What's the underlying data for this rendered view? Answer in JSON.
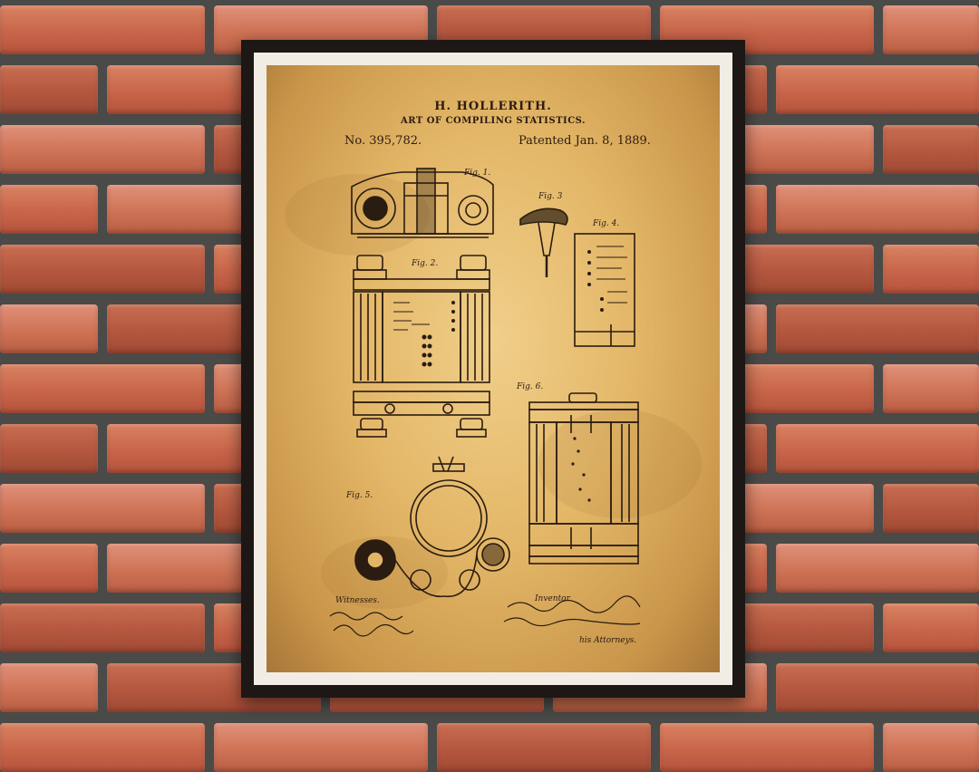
{
  "patent": {
    "inventor_name": "H. HOLLERITH.",
    "title": "ART OF COMPILING STATISTICS.",
    "patent_number": "No. 395,782.",
    "patent_date": "Patented Jan. 8, 1889."
  },
  "figures": {
    "fig1": "Fig. 1.",
    "fig2": "Fig. 2.",
    "fig3": "Fig. 3",
    "fig4": "Fig. 4.",
    "fig5": "Fig. 5.",
    "fig6": "Fig. 6."
  },
  "signatures": {
    "witnesses_label": "Witnesses.",
    "inventor_label": "Inventor",
    "attorneys_label": "his Attorneys."
  },
  "colors": {
    "paper": "#e3b667",
    "ink": "#2a1c10",
    "frame": "#1d1715",
    "mat": "#f1ede4",
    "brick": "#c8654a",
    "mortar": "#4a4a48"
  }
}
